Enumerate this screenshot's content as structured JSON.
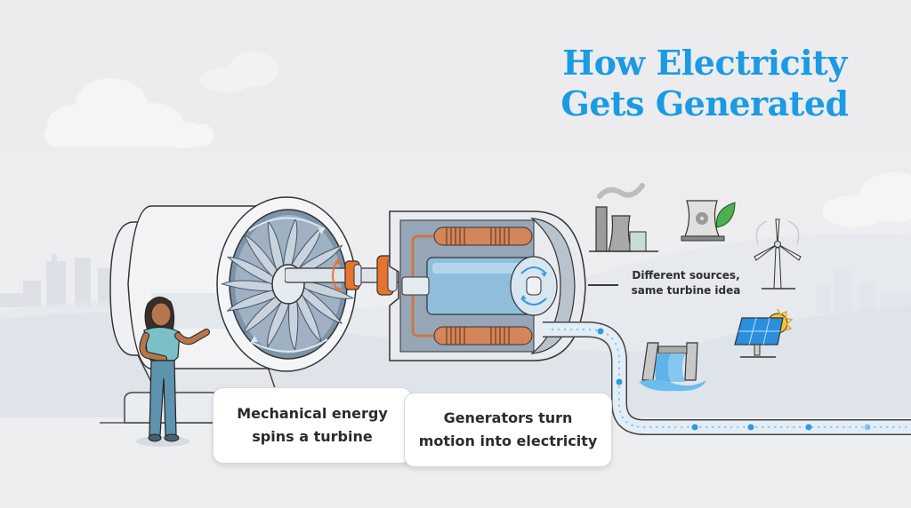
{
  "title": {
    "line1": "How Electricity",
    "line2": "Gets Generated"
  },
  "colors": {
    "title": "#1a9be3",
    "accent_orange": "#e8732f",
    "copper": "#d4855a",
    "rotor_blue": "#8fbedc",
    "wire_dots": "#2f9ae0",
    "leaf_green": "#4caf50",
    "sun_yellow": "#f5c533"
  },
  "cards": [
    {
      "line1": "Mechanical energy",
      "line2": "spins a turbine"
    },
    {
      "line1": "Generators turn",
      "line2": "motion into electricity"
    }
  ],
  "sources": {
    "label_line1": "Different sources,",
    "label_line2": "same turbine idea",
    "icons": [
      "coal-plant-icon",
      "nuclear-plant-icon",
      "wind-turbine-icon",
      "hydro-dam-icon",
      "solar-panel-icon"
    ]
  },
  "illustration": {
    "turbine": "turbine-housing",
    "generator": "generator-cutaway",
    "presenter": "presenter-person",
    "cable": "power-cable"
  }
}
